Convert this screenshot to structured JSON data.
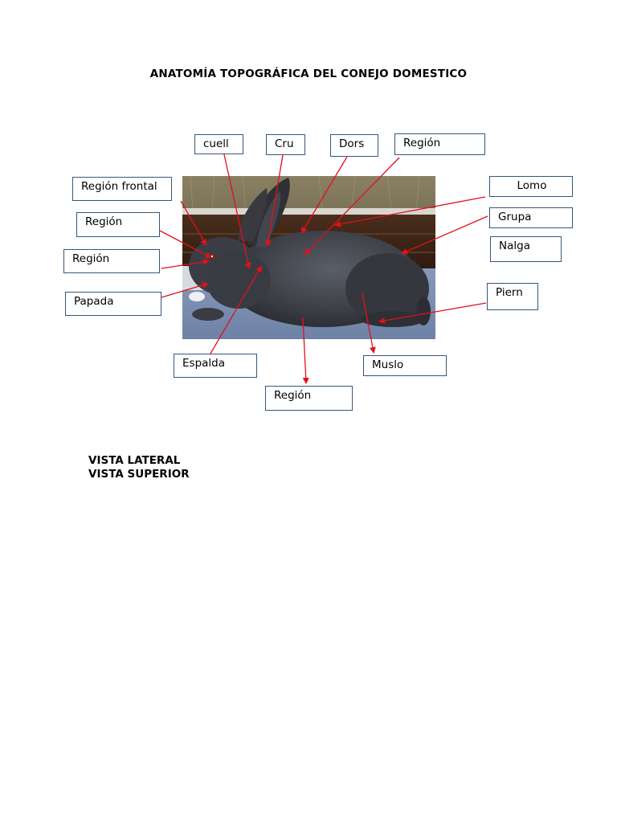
{
  "title": "ANATOMÍA TOPOGRÁFICA DEL CONEJO DOMESTICO",
  "labels": {
    "cuello": "cuell",
    "cruz": "Cru",
    "dorso": "Dors",
    "region_top": "Región",
    "region_frontal": "Región frontal",
    "lomo": "Lomo",
    "region_ocular": "Región",
    "grupa": "Grupa",
    "region_nasal": "Región",
    "nalga": "Nalga",
    "papada": "Papada",
    "pierna": "Piern",
    "espalda": "Espalda",
    "muslo": "Muslo",
    "region_bottom": "Región"
  },
  "views": {
    "lateral": "VISTA LATERAL",
    "superior": "VISTA SUPERIOR"
  },
  "colors": {
    "arrow": "#e3101a",
    "box_border": "#36567f"
  }
}
